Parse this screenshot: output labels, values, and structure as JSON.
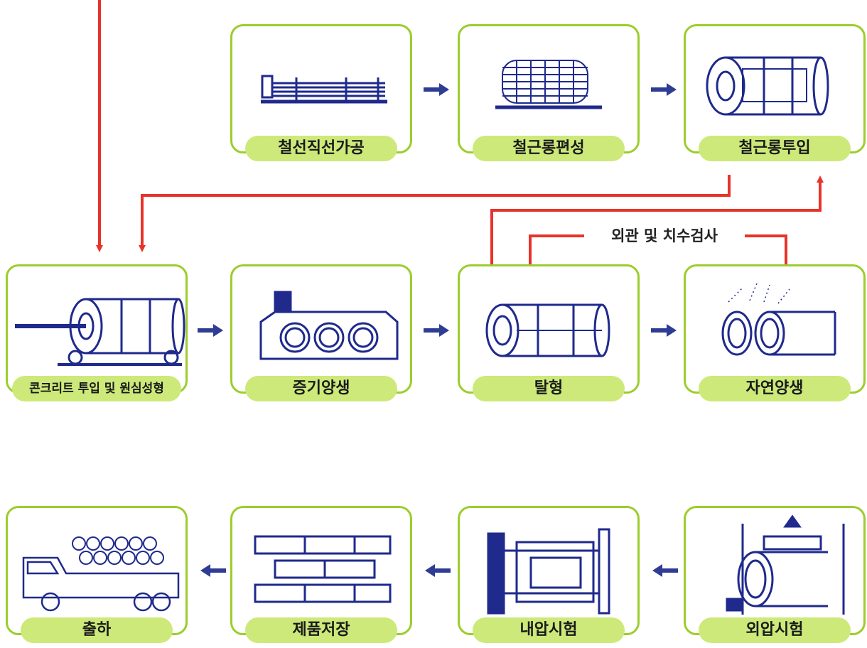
{
  "steps": {
    "wire_straightening": "철선직선가공",
    "cage_weaving": "철근롱편성",
    "cage_insertion": "철근롱투입",
    "concrete_spinning": "콘크리트 투입 및 원심성형",
    "steam_curing": "증기양생",
    "demolding": "탈형",
    "natural_curing": "자연양생",
    "shipping": "출하",
    "storage": "제품저장",
    "internal_pressure_test": "내압시험",
    "external_pressure_test": "외압시험"
  },
  "annotation": "외관 및 치수검사",
  "colors": {
    "frame": "#9ccd2c",
    "label_bg": "#cde97a",
    "flow_arrow": "#e8332a",
    "step_arrow": "#2e3d93",
    "drawing": "#1f2a8c"
  }
}
